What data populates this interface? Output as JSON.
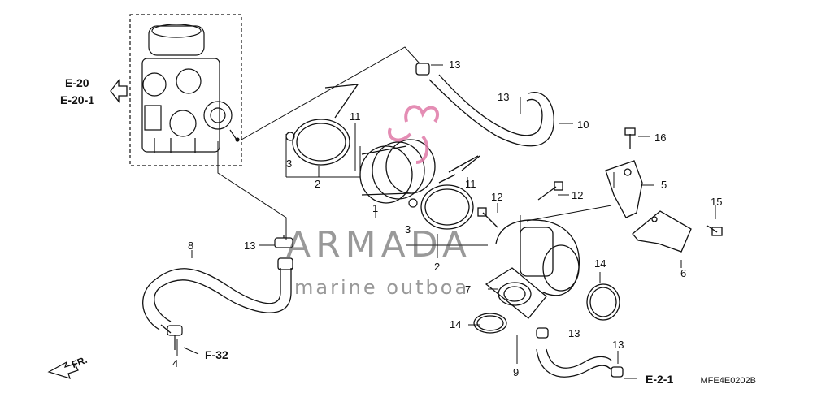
{
  "refs": {
    "e20": "E-20",
    "e201": "E-20-1",
    "f32": "F-32",
    "e21": "E-2-1",
    "fr": "FR."
  },
  "parts": {
    "p1": "1",
    "p2a": "2",
    "p2b": "2",
    "p3a": "3",
    "p3b": "3",
    "p4": "4",
    "p5": "5",
    "p6": "6",
    "p7": "7",
    "p8": "8",
    "p9": "9",
    "p10": "10",
    "p11a": "11",
    "p11b": "11",
    "p12a": "12",
    "p12b": "12",
    "p13a": "13",
    "p13b": "13",
    "p13c": "13",
    "p13d": "13",
    "p13e": "13",
    "p14a": "14",
    "p14b": "14",
    "p15": "15",
    "p16": "16"
  },
  "watermark": {
    "brand": "ARMADA",
    "tagline": "marine outboa"
  },
  "diagram_code": "MFE4E0202B",
  "colors": {
    "line": "#111111",
    "watermark": "#555555",
    "logo": "#e07aa8"
  }
}
